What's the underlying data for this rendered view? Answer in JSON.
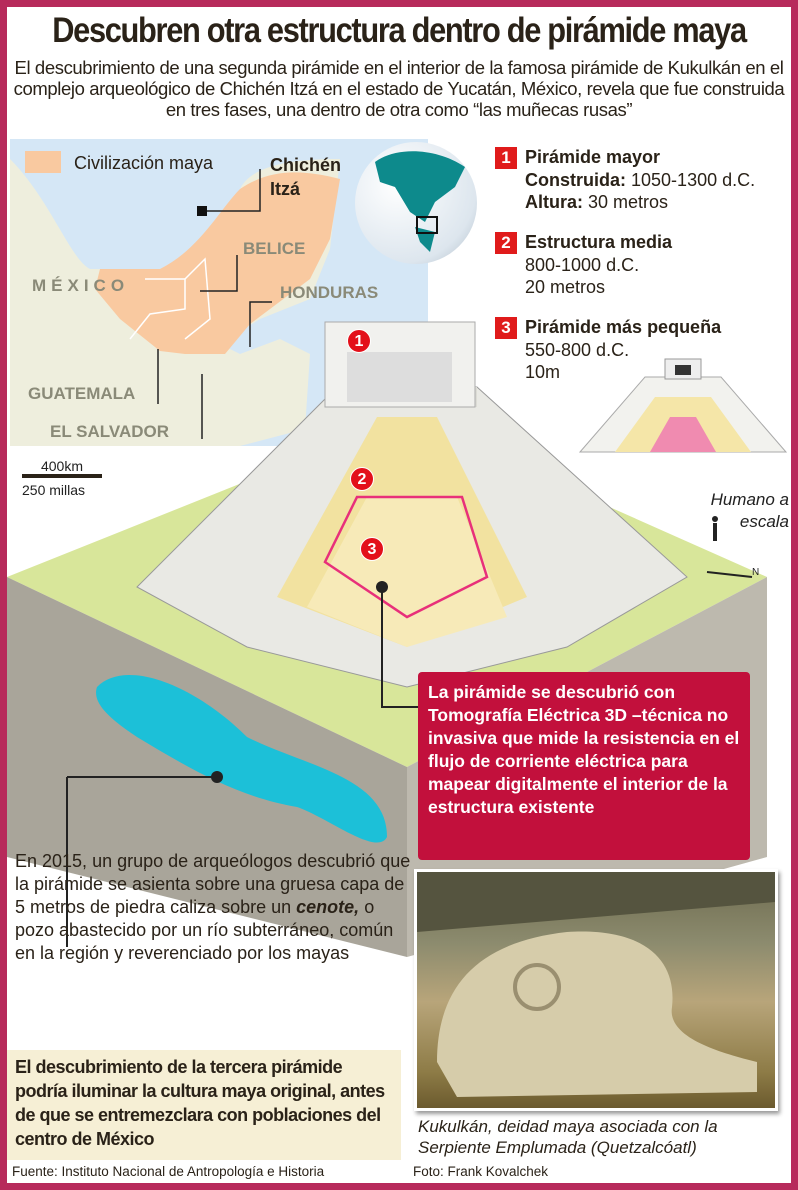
{
  "title": "Descubren otra estructura dentro de pirámide maya",
  "subtitle": "El descubrimiento de una segunda pirámide en el interior de la famosa pirámide de Kukulkán en el complejo arqueológico de Chichén Itzá en el estado de Yucatán, México, revela que fue construida en tres fases, una dentro de otra como “las muñecas rusas”",
  "map": {
    "legend": "Civilización maya",
    "site": "Chichén Itzá",
    "countries": [
      "MÉXICO",
      "BELICE",
      "HONDURAS",
      "GUATEMALA",
      "EL SALVADOR"
    ],
    "scale_km": "400km",
    "scale_mi": "250 millas",
    "colors": {
      "water": "#d5e7f6",
      "maya": "#f9c9a0",
      "land": "#eeeedd"
    }
  },
  "legend": [
    {
      "num": "1",
      "name": "Pirámide mayor",
      "line1_label": "Construida:",
      "line1": "1050-1300 d.C.",
      "line2_label": "Altura:",
      "line2": "30 metros"
    },
    {
      "num": "2",
      "name": "Estructura media",
      "line1": "800-1000 d.C.",
      "line2": "20 metros"
    },
    {
      "num": "3",
      "name": "Pirámide más pequeña",
      "line1": "550-800 d.C.",
      "line2": "10m"
    }
  ],
  "human_scale": "Humano a escala",
  "compass": "N",
  "callout": "La pirámide se descubrió con Tomografía Eléctrica 3D –técnica no invasiva que mide la resistencia en el flujo de corriente eléctrica para mapear digitalmente el interior de la estructura existente",
  "cenote_text": {
    "before": "En 2015, un grupo de arqueólogos descubrió que la pirámide se asienta sobre una gruesa capa de 5 metros de piedra caliza sobre un ",
    "em": "cenote,",
    "after": " o pozo abastecido por un río subterráneo, común en la región y reverenciado por los mayas"
  },
  "conclusion": "El descubrimiento de la tercera pirámide podría iluminar la cultura maya original, antes de que se entremezclara con poblaciones del centro de México",
  "photo_caption": "Kukulkán, deidad maya asociada con la Serpiente Emplumada (Quetzalcóatl)",
  "source": "Fuente: Instituto Nacional de Antropología e Historia",
  "photo_credit": "Foto: Frank Kovalchek",
  "colors": {
    "border": "#b72a5b",
    "callout": "#c2103c",
    "marker": "#e01b1b",
    "cenote": "#1cc0d8"
  }
}
